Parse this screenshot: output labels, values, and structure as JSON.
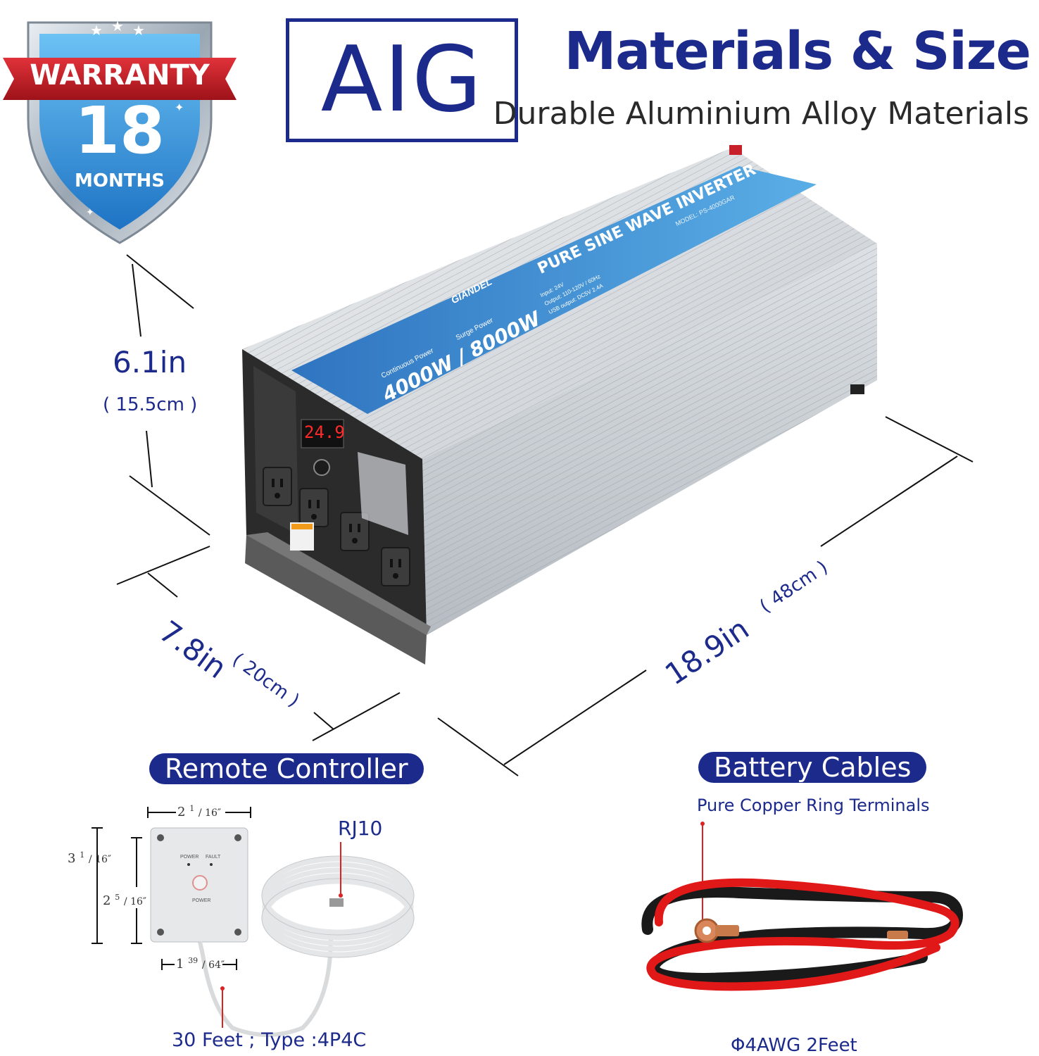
{
  "badge": {
    "warranty_label": "WARRANTY",
    "duration_number": "18",
    "duration_unit": "MONTHS"
  },
  "brand_logo": "AIG",
  "header": {
    "title": "Materials & Size",
    "subtitle": "Durable Aluminium Alloy Materials"
  },
  "dimensions": {
    "height_in": "6.1in",
    "height_cm": "( 15.5cm )",
    "depth_in": "7.8in",
    "depth_cm": "( 20cm )",
    "length_in": "18.9in",
    "length_cm": "( 48cm )"
  },
  "inverter_label": {
    "brand": "GIANDEL",
    "product_line": "PURE SINE WAVE INVERTER",
    "model": "MODEL: PS-4000GAR",
    "continuous_label": "Continuous Power",
    "surge_label": "Surge Power",
    "power_rating": "4000W / 8000W",
    "input": "Input: 24V",
    "output": "Output: 110-120V / 60Hz",
    "usb": "USB output: DC5V 2.4A",
    "display_value": "24.9"
  },
  "remote": {
    "section_label": "Remote Controller",
    "connector_label": "RJ10",
    "cable_caption": "30 Feet ; Type :4P4C",
    "width_top_whole": "2",
    "width_top_num": "1",
    "width_top_den": "/ 16″",
    "height_outer_whole": "3",
    "height_outer_num": "1",
    "height_outer_den": "/ 16″",
    "height_inner_whole": "2",
    "height_inner_num": "5",
    "height_inner_den": "/ 16″",
    "width_bottom_whole": "1",
    "width_bottom_num": "39",
    "width_bottom_den": "/ 64″",
    "panel_power_label": "POWER",
    "panel_fault_label": "FAULT",
    "panel_button_label": "POWER"
  },
  "cables": {
    "section_label": "Battery Cables",
    "subtitle": "Pure Copper Ring Terminals",
    "caption": "Φ4AWG 2Feet"
  },
  "colors": {
    "brand_blue": "#1c2a8c",
    "badge_red": "#c8202a",
    "badge_blue": "#3aa0e6",
    "label_blue": "#3b8ed6",
    "cable_red": "#e01818"
  }
}
